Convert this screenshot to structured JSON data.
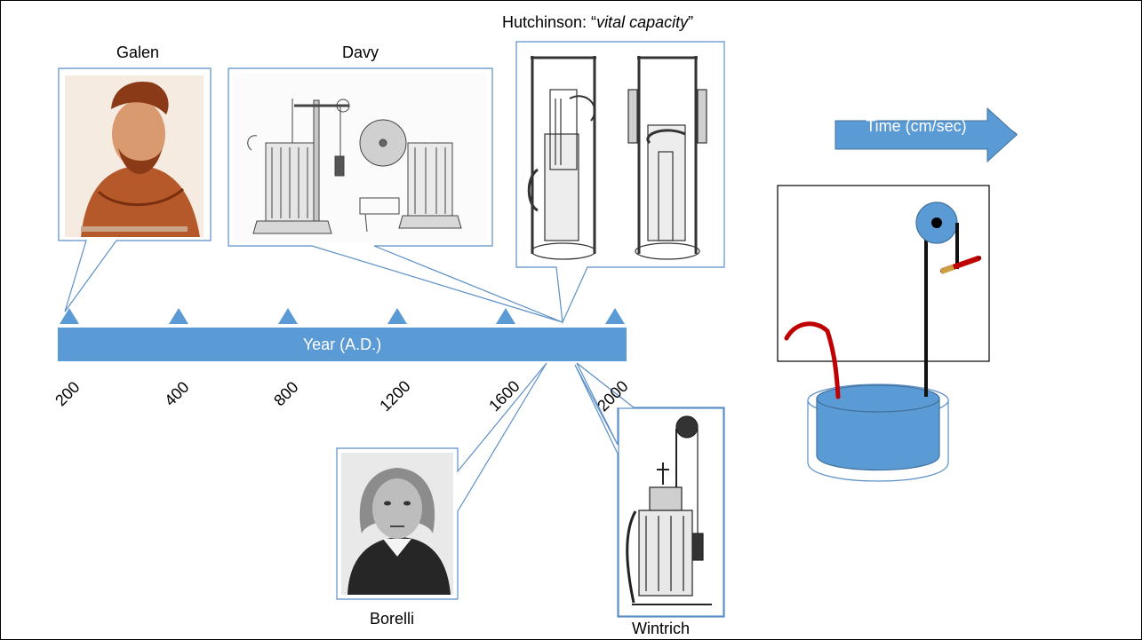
{
  "timeline": {
    "bar_label": "Year (A.D.)",
    "ticks": [
      "200",
      "400",
      "800",
      "1200",
      "1600",
      "2000"
    ]
  },
  "figures": {
    "galen": "Galen",
    "davy": "Davy",
    "hutchinson_prefix": "Hutchinson: “",
    "hutchinson_italic": "vital capacity",
    "hutchinson_suffix": "”",
    "borelli": "Borelli",
    "wintrich": "Wintrich"
  },
  "spirometer_diagram": {
    "time_arrow_label": "Time (cm/sec)"
  },
  "colors": {
    "accent_blue": "#5b9bd5",
    "callout_border": "#5b8fc7",
    "red_tube": "#c00000",
    "water_blue": "#5b9bd5"
  }
}
